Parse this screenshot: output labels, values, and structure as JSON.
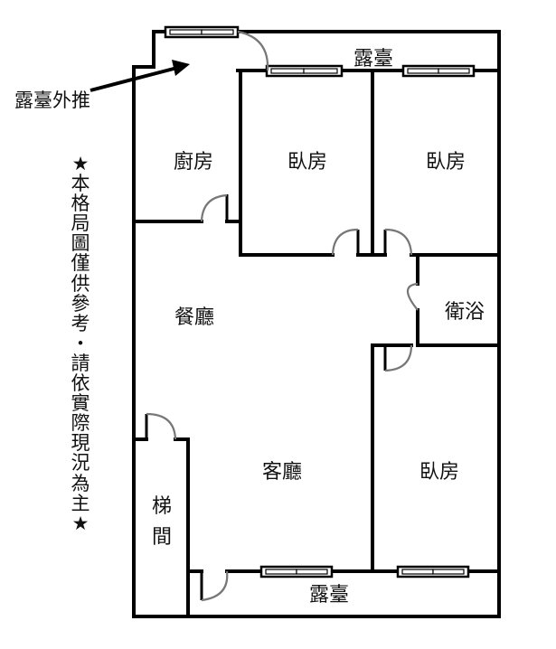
{
  "rooms": {
    "kitchen": "廚房",
    "bedroom_top_left": "臥房",
    "bedroom_top_right": "臥房",
    "bathroom": "衛浴",
    "dining": "餐廳",
    "living": "客廳",
    "bedroom_bottom": "臥房",
    "stairs_1": "梯",
    "stairs_2": "間",
    "balcony_top": "露臺",
    "balcony_bottom": "露臺"
  },
  "annotations": {
    "balcony_push_out": "露臺外推",
    "disclaimer": "★本格局圖僅供參考・請依實際現況為主★"
  }
}
